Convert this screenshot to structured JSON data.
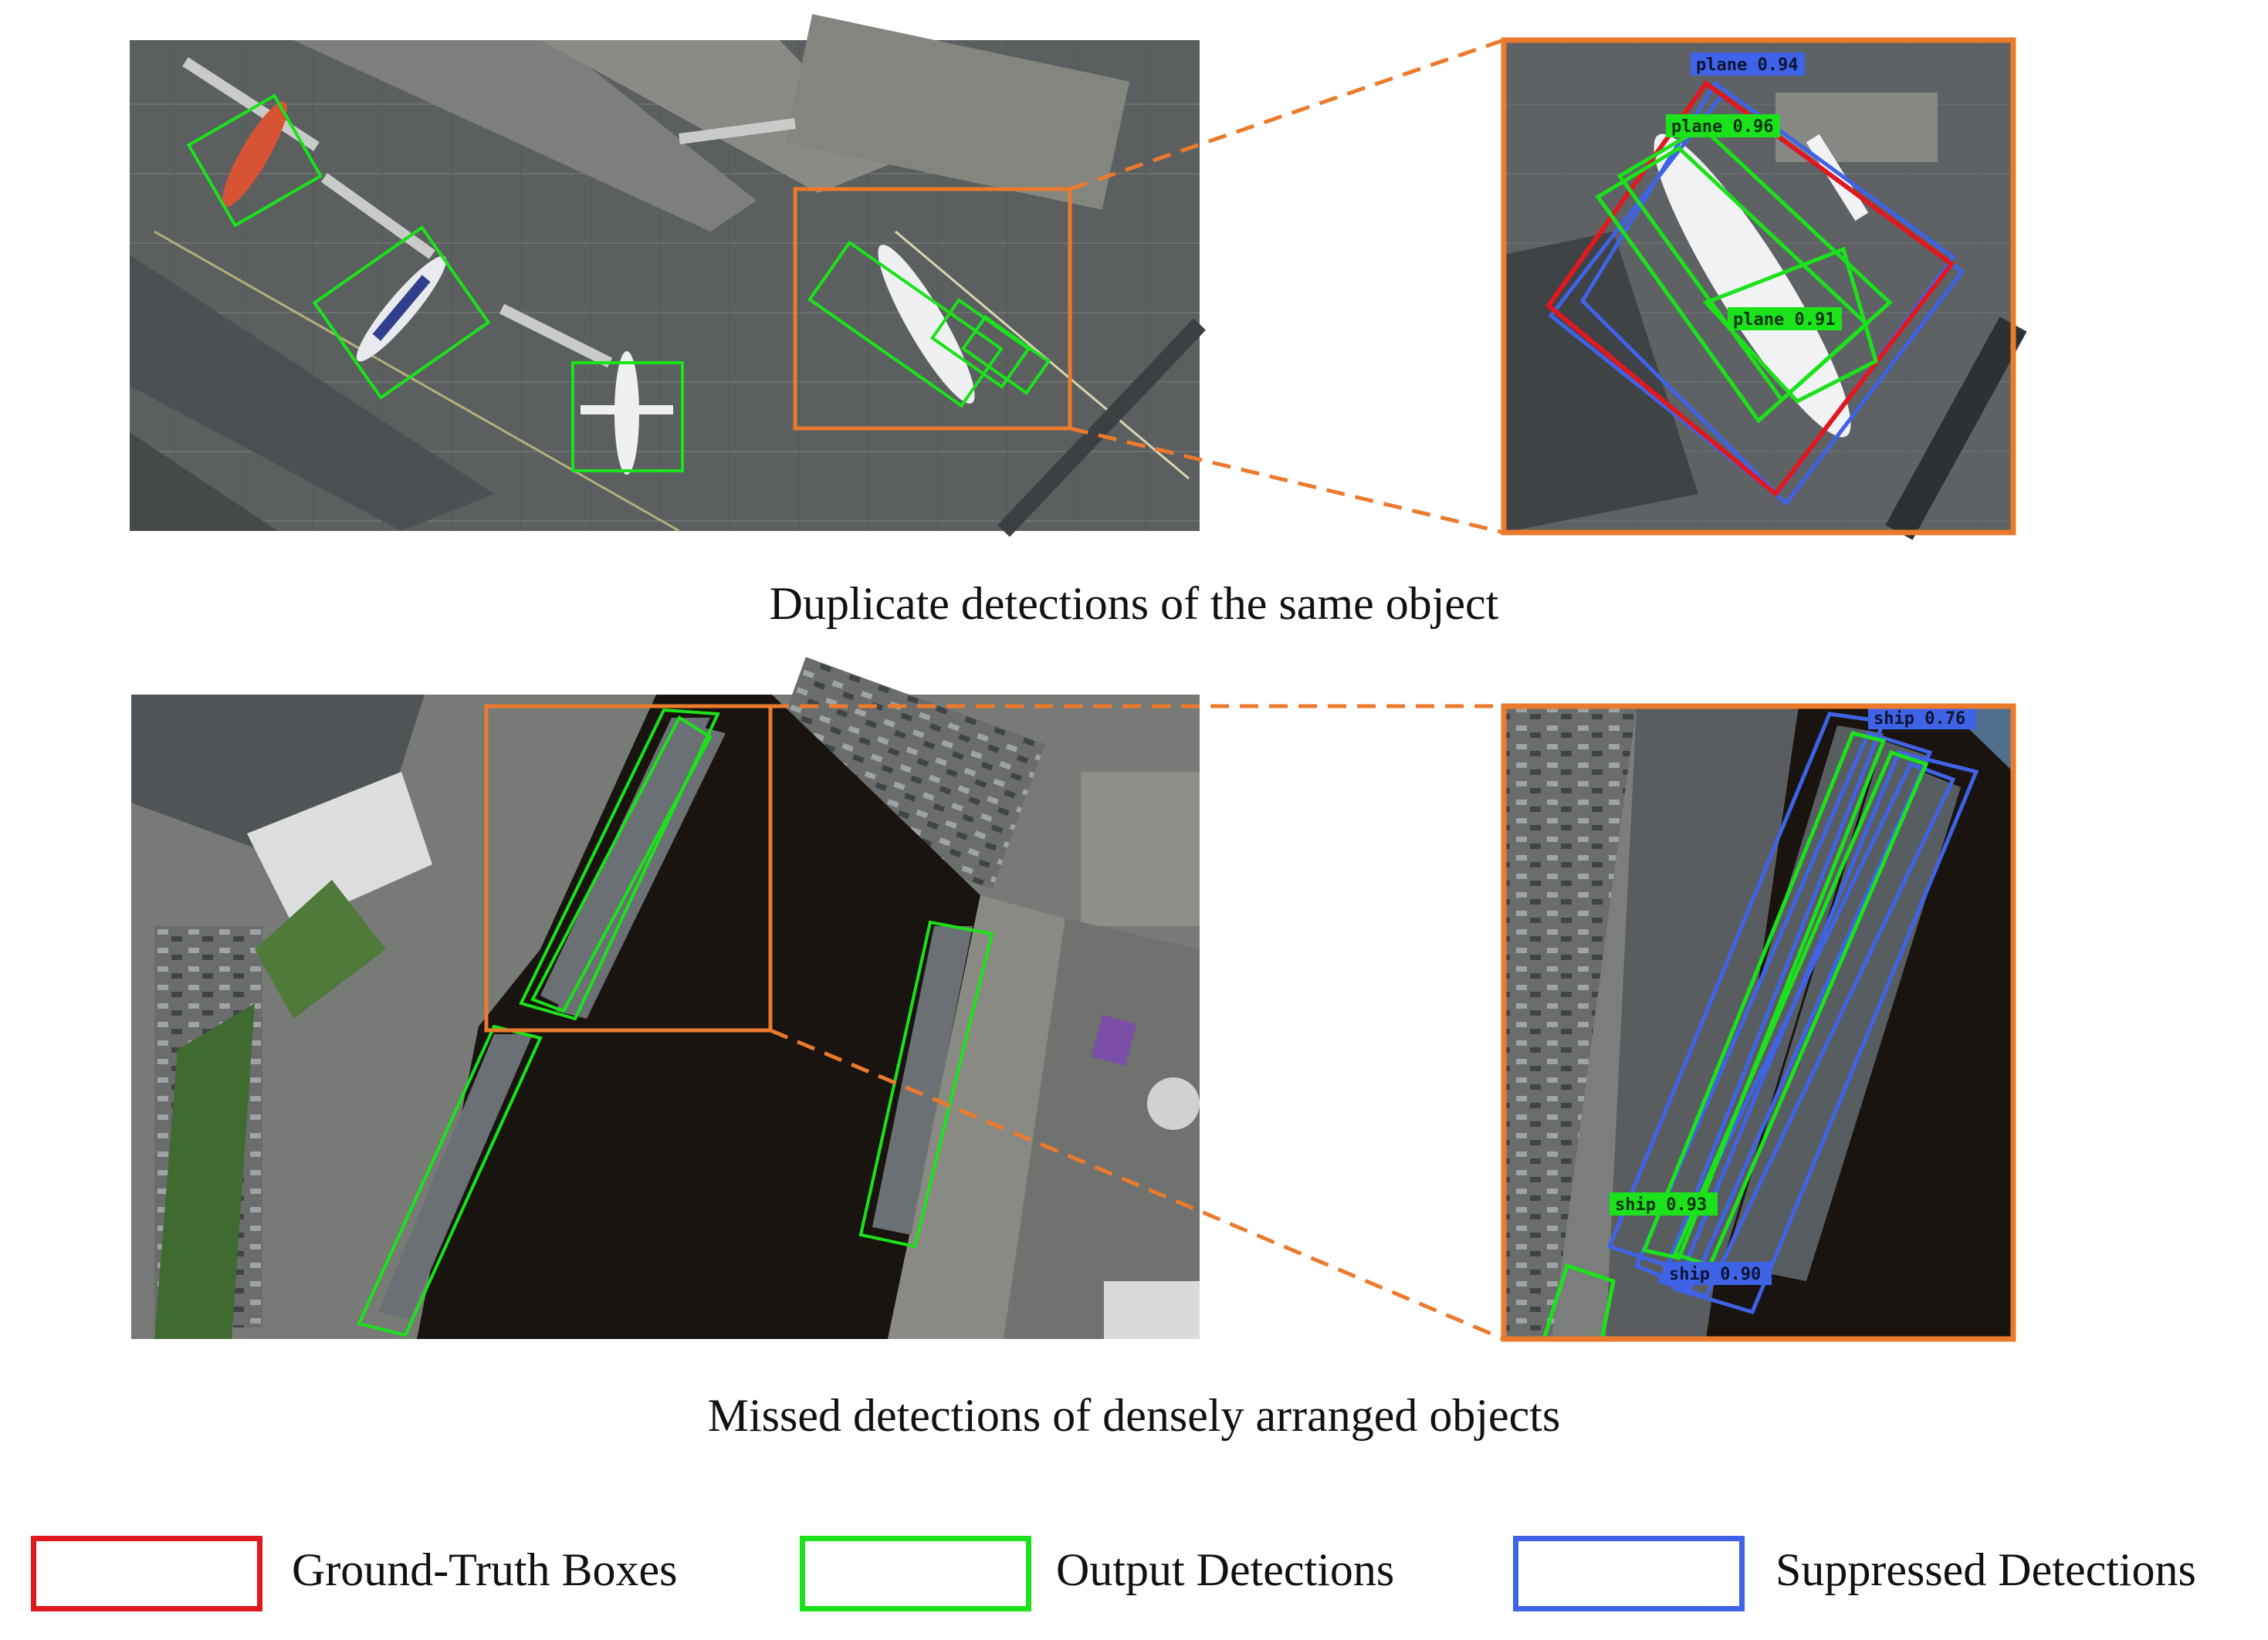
{
  "colors": {
    "ground_truth": "#e0191f",
    "output": "#1be21b",
    "suppressed": "#3f63e6",
    "zoom_frame": "#ec7a2c",
    "runway": "#5e6264",
    "water": "#19140f"
  },
  "panels": {
    "top": {
      "caption": "Duplicate detections of the same object",
      "image_content": "airport apron with parked planes",
      "zoom_content": "single plane",
      "labels": {
        "suppressed_top": "plane 0.94",
        "output_top": "plane 0.96",
        "output_inner": "plane 0.91"
      }
    },
    "bottom": {
      "caption": "Missed detections of densely arranged objects",
      "image_content": "harbor with docked ships",
      "zoom_content": "ships moored side by side",
      "labels": {
        "suppressed_top": "ship 0.76",
        "output": "ship 0.93",
        "suppressed_bottom": "ship 0.90"
      }
    }
  },
  "legend": [
    {
      "id": "ground_truth",
      "label": "Ground-Truth Boxes",
      "color": "#e0191f"
    },
    {
      "id": "output",
      "label": "Output Detections",
      "color": "#1be21b"
    },
    {
      "id": "suppressed",
      "label": "Suppressed Detections",
      "color": "#3f63e6"
    }
  ]
}
